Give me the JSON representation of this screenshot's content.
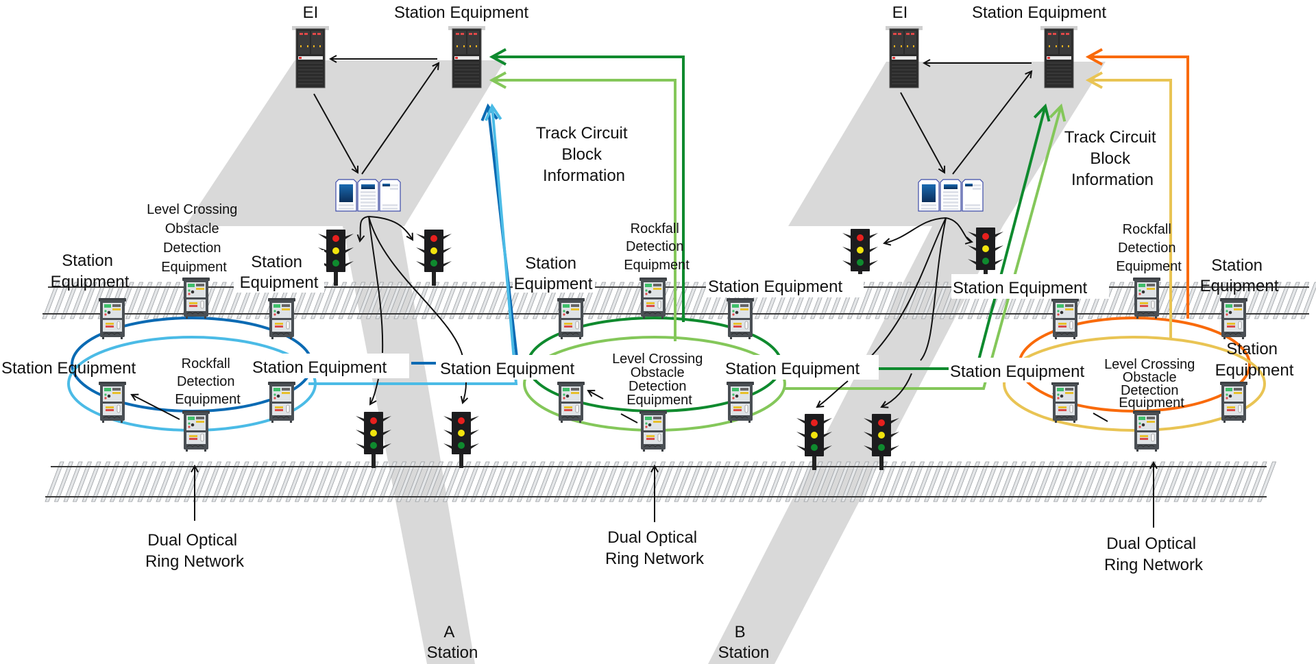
{
  "title": "Railway signalling network with dual optical ring networks between two stations",
  "colors": {
    "station_a_ring_outer": "#0a6ab3",
    "station_a_ring_inner": "#4bbbe6",
    "middle_ring_outer": "#0f8a2e",
    "middle_ring_inner": "#84c75a",
    "station_b_ring_outer": "#f96a0a",
    "station_b_ring_inner": "#e9c454",
    "station_area": "#d9d9d9",
    "arrow": "#111111"
  },
  "stations": [
    {
      "id": "A",
      "letter": "A",
      "name": "Station"
    },
    {
      "id": "B",
      "letter": "B",
      "name": "Station"
    }
  ],
  "top_units": {
    "a_ei": "EI",
    "a_station_equipment": "Station Equipment",
    "b_ei": "EI",
    "b_station_equipment": "Station Equipment"
  },
  "track_circuit_label": [
    "Track Circuit",
    "Block",
    "Information"
  ],
  "rings": [
    {
      "id": "ring-a",
      "labels": {
        "top_left": [
          "Station",
          "Equipment"
        ],
        "top_center": [
          "Level Crossing",
          "Obstacle",
          "Detection",
          "Equipment"
        ],
        "top_right": [
          "Station",
          "Equipment"
        ],
        "mid_left": [
          "Station Equipment"
        ],
        "center": [
          "Rockfall",
          "Detection",
          "Equipment"
        ],
        "mid_right": [
          "Station Equipment"
        ]
      },
      "network_label": [
        "Dual Optical",
        "Ring Network"
      ]
    },
    {
      "id": "ring-mid",
      "labels": {
        "top_left": [
          "Station",
          "Equipment"
        ],
        "top_center": [
          "Rockfall",
          "Detection",
          "Equipment"
        ],
        "top_right": [
          "Station Equipment"
        ],
        "mid_left": [
          "Station Equipment"
        ],
        "center": [
          "Level Crossing",
          "Obstacle",
          "Detection",
          "Equipment"
        ],
        "mid_right": [
          "Station Equipment"
        ]
      },
      "network_label": [
        "Dual Optical",
        "Ring Network"
      ]
    },
    {
      "id": "ring-b",
      "labels": {
        "top_left": [
          "Station Equipment"
        ],
        "top_center": [
          "Rockfall",
          "Detection",
          "Equipment"
        ],
        "top_right": [
          "Station",
          "Equipment"
        ],
        "mid_left": [
          "Station Equipment"
        ],
        "center": [
          "Level Crossing",
          "Obstacle",
          "Detection",
          "Equipment"
        ],
        "mid_right": [
          "Station",
          "Equipment"
        ]
      },
      "network_label": [
        "Dual Optical",
        "Ring Network"
      ]
    }
  ],
  "signal_lamps": [
    "red",
    "yellow",
    "green"
  ]
}
